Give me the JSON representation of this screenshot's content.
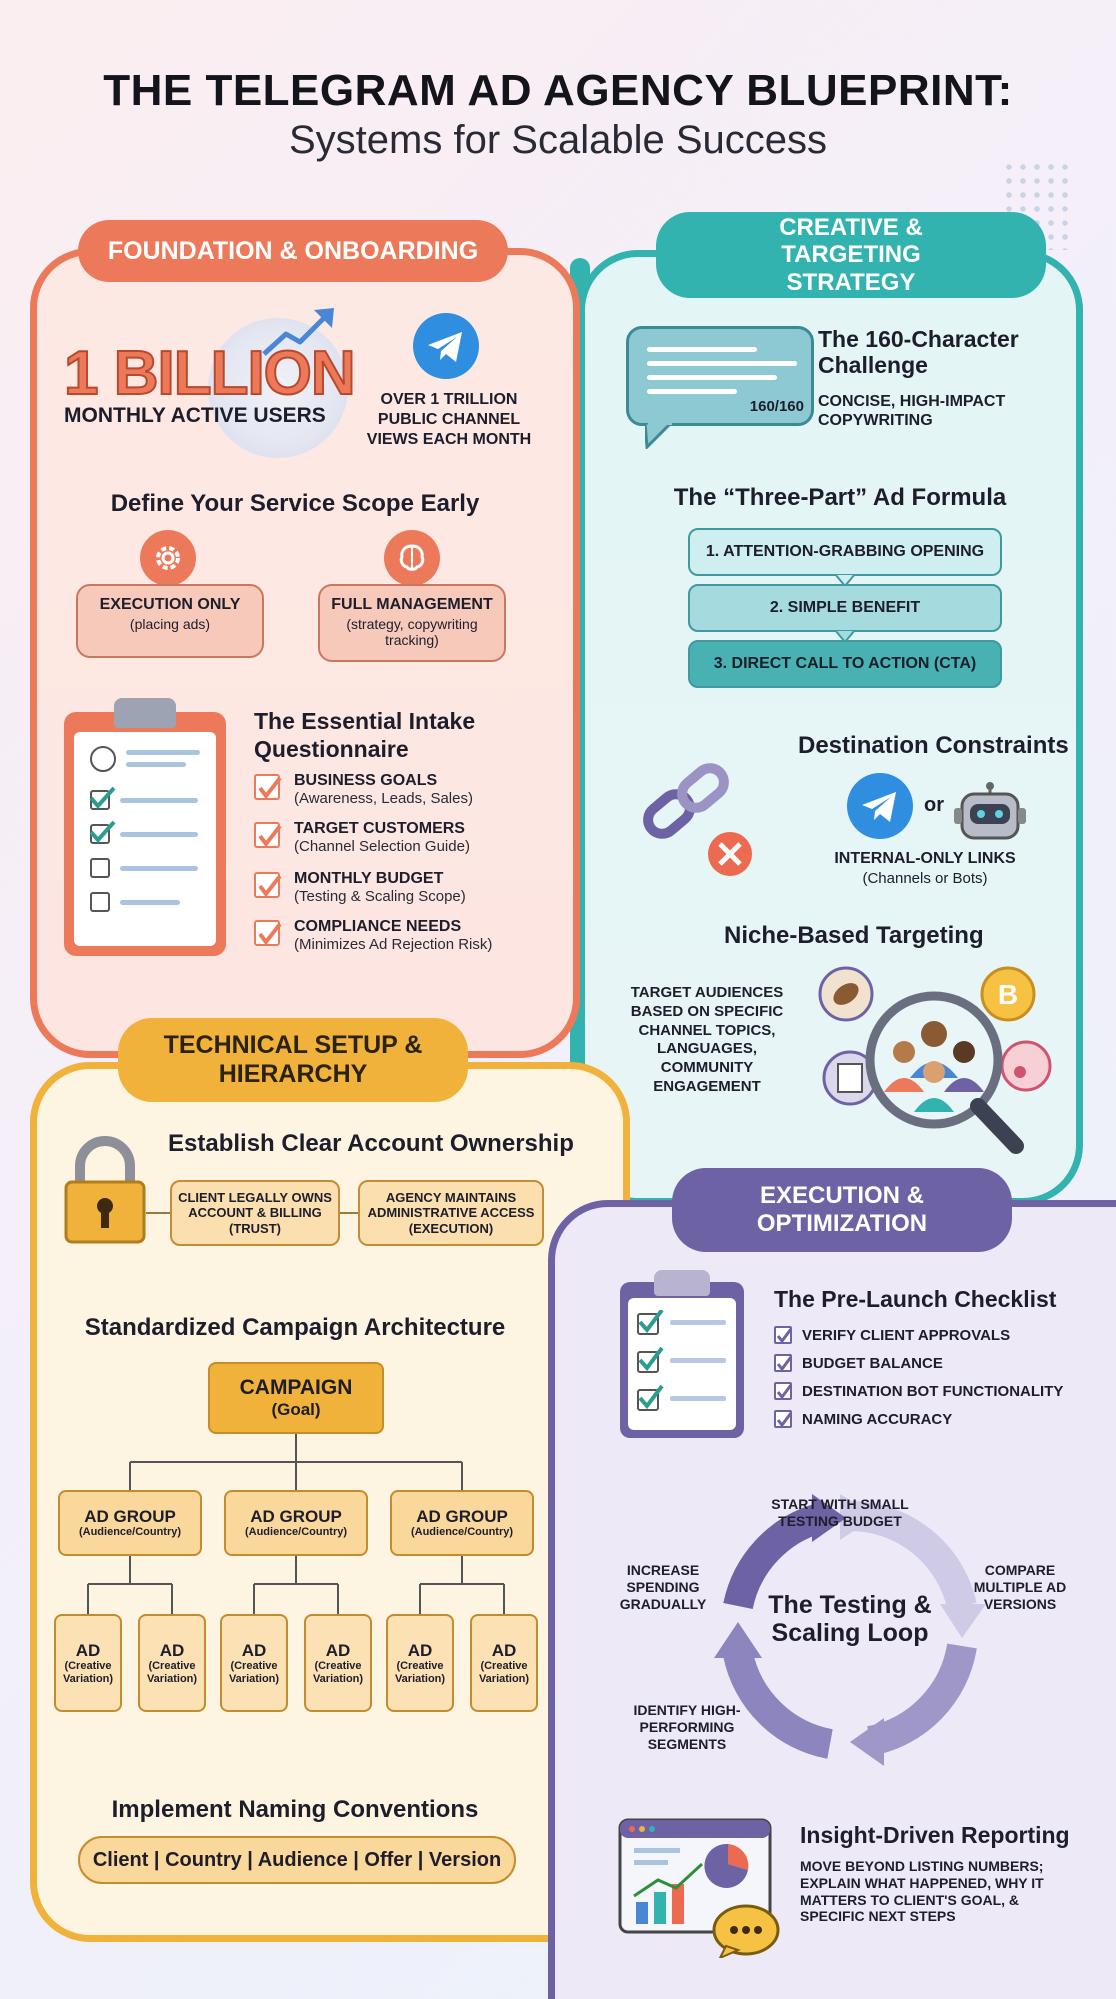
{
  "header": {
    "title": "THE TELEGRAM AD AGENCY BLUEPRINT:",
    "subtitle": "Systems for Scalable Success"
  },
  "foundation": {
    "pill": "FOUNDATION & ONBOARDING",
    "stat_number": "1 BILLION",
    "stat_label": "MONTHLY ACTIVE USERS",
    "views_text": "OVER 1 TRILLION PUBLIC CHANNEL VIEWS EACH MONTH",
    "scope_title": "Define Your Service Scope Early",
    "scope_options": [
      {
        "title": "EXECUTION ONLY",
        "sub": "(placing ads)"
      },
      {
        "title": "FULL MANAGEMENT",
        "sub": "(strategy, copywriting tracking)"
      }
    ],
    "intake_title": "The Essential Intake Questionnaire",
    "intake_items": [
      {
        "title": "BUSINESS GOALS",
        "sub": "(Awareness, Leads, Sales)"
      },
      {
        "title": "TARGET CUSTOMERS",
        "sub": "(Channel Selection Guide)"
      },
      {
        "title": "MONTHLY BUDGET",
        "sub": "(Testing & Scaling Scope)"
      },
      {
        "title": "COMPLIANCE NEEDS",
        "sub": "(Minimizes Ad Rejection Risk)"
      }
    ]
  },
  "creative": {
    "pill": "CREATIVE & TARGETING STRATEGY",
    "bubble_count": "160/160",
    "challenge_title": "The 160-Character Challenge",
    "challenge_desc": "CONCISE, HIGH-IMPACT COPYWRITING",
    "formula_title": "The “Three-Part” Ad Formula",
    "formula_steps": [
      "1. ATTENTION-GRABBING OPENING",
      "2. SIMPLE BENEFIT",
      "3. DIRECT CALL TO ACTION (CTA)"
    ],
    "destination_title": "Destination Constraints",
    "or_text": "or",
    "internal_title": "INTERNAL-ONLY LINKS",
    "internal_sub": "(Channels or Bots)",
    "niche_title": "Niche-Based Targeting",
    "niche_desc": "TARGET AUDIENCES BASED ON SPECIFIC CHANNEL TOPICS, LANGUAGES, COMMUNITY ENGAGEMENT"
  },
  "technical": {
    "pill": "TECHNICAL SETUP & HIERARCHY",
    "ownership_title": "Establish Clear Account Ownership",
    "ownership": [
      "CLIENT LEGALLY OWNS ACCOUNT & BILLING (TRUST)",
      "AGENCY MAINTAINS ADMINISTRATIVE ACCESS (EXECUTION)"
    ],
    "arch_title": "Standardized Campaign Architecture",
    "campaign": {
      "title": "CAMPAIGN",
      "sub": "(Goal)"
    },
    "ad_group": {
      "title": "AD GROUP",
      "sub": "(Audience/Country)"
    },
    "ad": {
      "title": "AD",
      "sub": "(Creative Variation)"
    },
    "naming_title": "Implement Naming Conventions",
    "naming_convention": "Client | Country | Audience | Offer | Version"
  },
  "execution": {
    "pill": "EXECUTION & OPTIMIZATION",
    "prelaunch_title": "The Pre-Launch Checklist",
    "prelaunch_items": [
      "VERIFY CLIENT APPROVALS",
      "BUDGET BALANCE",
      "DESTINATION BOT FUNCTIONALITY",
      "NAMING ACCURACY"
    ],
    "loop_title": "The Testing & Scaling Loop",
    "loop_steps": [
      "START WITH SMALL TESTING BUDGET",
      "COMPARE MULTIPLE AD VERSIONS",
      "IDENTIFY HIGH-PERFORMING SEGMENTS",
      "INCREASE SPENDING GRADUALLY"
    ],
    "report_title": "Insight-Driven Reporting",
    "report_desc": "MOVE BEYOND LISTING NUMBERS; EXPLAIN WHAT HAPPENED, WHY IT MATTERS TO CLIENT'S GOAL, & SPECIFIC NEXT STEPS"
  },
  "colors": {
    "foundation": "#ec7a5a",
    "creative": "#33b3b0",
    "technical": "#f0b23a",
    "execution": "#6d63a4"
  },
  "icons": [
    "trend-arrow-icon",
    "telegram-icon",
    "gear-icon",
    "brain-icon",
    "clipboard-icon",
    "chat-bubble-icon",
    "broken-link-icon",
    "bot-icon",
    "magnifier-audience-icon",
    "padlock-icon",
    "cycle-arrows-icon",
    "report-dashboard-icon"
  ]
}
